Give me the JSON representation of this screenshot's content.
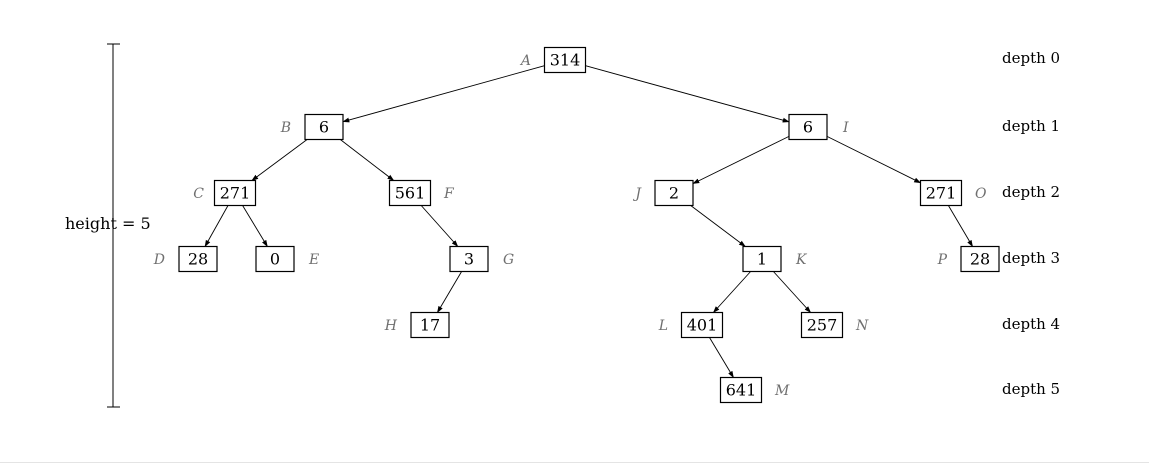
{
  "tree": {
    "nodes": [
      {
        "id": "A",
        "value": "314",
        "label": "A"
      },
      {
        "id": "B",
        "value": "6",
        "label": "B"
      },
      {
        "id": "I",
        "value": "6",
        "label": "I"
      },
      {
        "id": "C",
        "value": "271",
        "label": "C"
      },
      {
        "id": "F",
        "value": "561",
        "label": "F"
      },
      {
        "id": "J",
        "value": "2",
        "label": "J"
      },
      {
        "id": "O",
        "value": "271",
        "label": "O"
      },
      {
        "id": "D",
        "value": "28",
        "label": "D"
      },
      {
        "id": "E",
        "value": "0",
        "label": "E"
      },
      {
        "id": "G",
        "value": "3",
        "label": "G"
      },
      {
        "id": "K",
        "value": "1",
        "label": "K"
      },
      {
        "id": "P",
        "value": "28",
        "label": "P"
      },
      {
        "id": "H",
        "value": "17",
        "label": "H"
      },
      {
        "id": "L",
        "value": "401",
        "label": "L"
      },
      {
        "id": "N",
        "value": "257",
        "label": "N"
      },
      {
        "id": "M",
        "value": "641",
        "label": "M"
      }
    ],
    "edges": [
      [
        "A",
        "B"
      ],
      [
        "A",
        "I"
      ],
      [
        "B",
        "C"
      ],
      [
        "B",
        "F"
      ],
      [
        "I",
        "J"
      ],
      [
        "I",
        "O"
      ],
      [
        "C",
        "D"
      ],
      [
        "C",
        "E"
      ],
      [
        "F",
        "G"
      ],
      [
        "G",
        "H"
      ],
      [
        "J",
        "K"
      ],
      [
        "K",
        "L"
      ],
      [
        "K",
        "N"
      ],
      [
        "L",
        "M"
      ],
      [
        "O",
        "P"
      ]
    ]
  },
  "depth_labels": [
    "depth 0",
    "depth 1",
    "depth 2",
    "depth 3",
    "depth 4",
    "depth 5"
  ],
  "height_label": "height = 5"
}
